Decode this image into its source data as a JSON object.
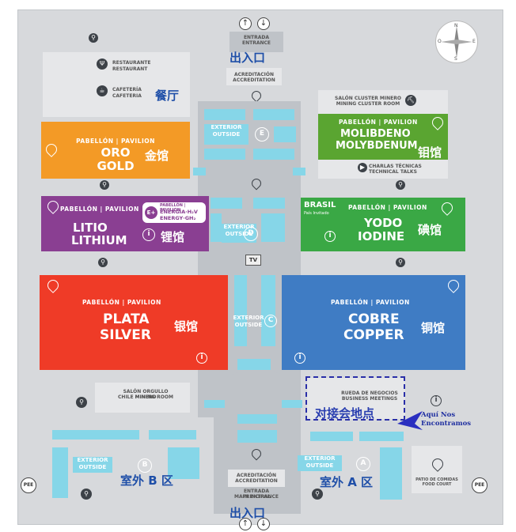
{
  "entrance_top": {
    "es": "ENTRADA",
    "en": "ENTRANCE",
    "cn": "出入口"
  },
  "entrance_bottom": {
    "es": "ENTRADA PRINCIPAL",
    "en": "MAIN ENTRANCE",
    "cn": "出入口"
  },
  "restaurant": {
    "es": "RESTAURANTE",
    "en": "RESTAURANT",
    "cafe_es": "CAFETERÍA",
    "cafe_en": "CAFETERIA",
    "cn": "餐厅"
  },
  "accreditation_top": {
    "es": "ACREDITACIÓN",
    "en": "ACCREDITATION"
  },
  "accreditation_bottom": {
    "es": "ACREDITACIÓN",
    "en": "ACCREDITATION"
  },
  "pavilion_label": "PABELLÓN | PAVILION",
  "pavilions": {
    "gold": {
      "es": "ORO",
      "en": "GOLD",
      "cn": "金馆",
      "color": "#f39a26"
    },
    "lithium": {
      "es": "LITIO",
      "en": "LITHIUM",
      "cn": "锂馆",
      "color": "#8a3f92"
    },
    "silver": {
      "es": "PLATA",
      "en": "SILVER",
      "cn": "银馆",
      "color": "#ef3b27"
    },
    "molybdenum": {
      "es": "MOLIBDENO",
      "en": "MOLYBDENUM",
      "cn": "钼馆",
      "color": "#5aa531"
    },
    "iodine": {
      "es": "YODO",
      "en": "IODINE",
      "cn": "碘馆",
      "color": "#3aa845"
    },
    "copper": {
      "es": "COBRE",
      "en": "COPPER",
      "cn": "铜馆",
      "color": "#3f7cc4"
    }
  },
  "energy_badge": {
    "en": "ENERGÍA·H₂V",
    "en2": "ENERGY·GH₂",
    "top": "PABELLÓN | PAVILION",
    "logo": "E+"
  },
  "brasil": {
    "name": "BRASIL",
    "sub": "País Invitado"
  },
  "cluster": {
    "es": "SALÓN CLUSTER MINERO",
    "en": "MINING CLUSTER ROOM"
  },
  "charlas": {
    "es": "CHARLAS TÉCNICAS",
    "en": "TECHNICAL TALKS"
  },
  "salon_chile": {
    "es": "SALÓN ORGULLO MINERO",
    "en": "CHILE MINING ROOM"
  },
  "ronda": {
    "es": "RUEDA DE NEGOCIOS",
    "en": "BUSINESS MEETINGS"
  },
  "exterior": {
    "es": "EXTERIOR",
    "en": "OUTSIDE"
  },
  "zones": {
    "e": "E",
    "d": "D",
    "c": "C",
    "b": "B",
    "a": "A"
  },
  "tv": "TV",
  "outside_b_cn": "室外 B 区",
  "outside_a_cn": "室外 A 区",
  "meeting_cn": "对接会地点",
  "meeting_es": "Aquí Nos\nEncontramos",
  "food_court": {
    "es": "PATIO DE COMIDAS",
    "en": "FOOD COURT"
  },
  "pee": "PEE",
  "compass": {
    "n": "N",
    "s": "S",
    "e": "E",
    "w": "O"
  }
}
